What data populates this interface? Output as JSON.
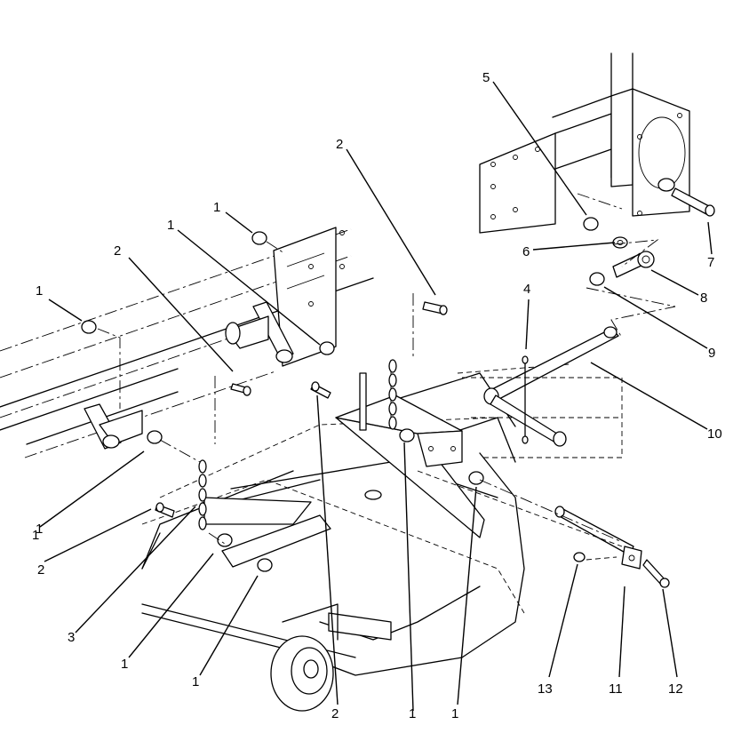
{
  "diagram": {
    "callouts": [
      {
        "id": "c01",
        "label": "1"
      },
      {
        "id": "c02",
        "label": "1"
      },
      {
        "id": "c03",
        "label": "1"
      },
      {
        "id": "c04",
        "label": "2"
      },
      {
        "id": "c05",
        "label": "1"
      },
      {
        "id": "c06",
        "label": "2"
      },
      {
        "id": "c07",
        "label": "5"
      },
      {
        "id": "c08",
        "label": "6"
      },
      {
        "id": "c09",
        "label": "7"
      },
      {
        "id": "c10",
        "label": "8"
      },
      {
        "id": "c11",
        "label": "4"
      },
      {
        "id": "c12",
        "label": "9"
      },
      {
        "id": "c13",
        "label": "10"
      },
      {
        "id": "c14",
        "label": "1"
      },
      {
        "id": "c15",
        "label": "2"
      },
      {
        "id": "c16",
        "label": "3"
      },
      {
        "id": "c17",
        "label": "1"
      },
      {
        "id": "c18",
        "label": "1"
      },
      {
        "id": "c19",
        "label": "2"
      },
      {
        "id": "c20",
        "label": "1"
      },
      {
        "id": "c21",
        "label": "1"
      },
      {
        "id": "c22",
        "label": "13"
      },
      {
        "id": "c23",
        "label": "11"
      },
      {
        "id": "c24",
        "label": "12"
      }
    ]
  }
}
